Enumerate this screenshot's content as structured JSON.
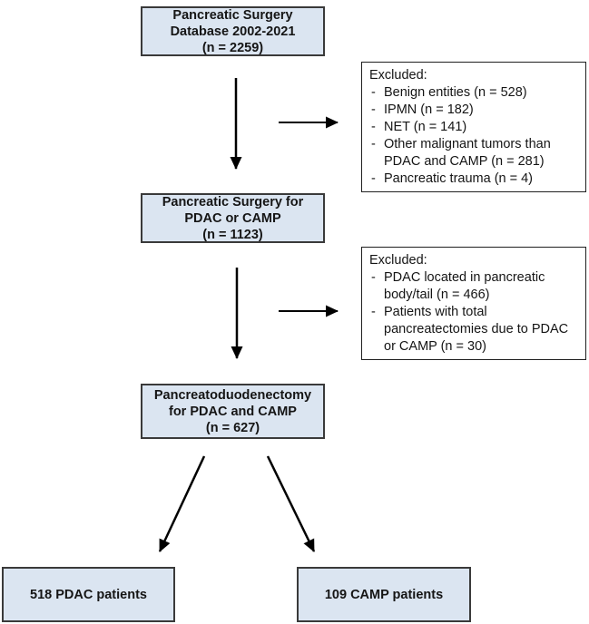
{
  "flow": {
    "bullet": "-",
    "nodes": {
      "database": {
        "lines": [
          "Pancreatic Surgery",
          "Database 2002-2021",
          "(n = 2259)"
        ]
      },
      "surgery_pdac_camp": {
        "lines": [
          "Pancreatic Surgery for",
          "PDAC or CAMP",
          "(n = 1123)"
        ]
      },
      "pancreatoduodenectomy": {
        "lines": [
          "Pancreatoduodenectomy",
          "for PDAC and CAMP",
          "(n = 627)"
        ]
      },
      "pdac_patients": {
        "label": "518 PDAC patients"
      },
      "camp_patients": {
        "label": "109 CAMP patients"
      }
    },
    "excluded_1": {
      "title": "Excluded:",
      "items": [
        "Benign entities (n = 528)",
        "IPMN (n = 182)",
        "NET (n = 141)",
        "Other malignant tumors than PDAC and CAMP (n = 281)",
        "Pancreatic trauma (n = 4)"
      ]
    },
    "excluded_2": {
      "title": "Excluded:",
      "items": [
        "PDAC located in pancreatic body/tail (n = 466)",
        "Patients with total pancreatectomies due to PDAC or CAMP (n = 30)"
      ]
    },
    "colors": {
      "node_fill": "#dbe5f1",
      "node_border": "#3a3a3a",
      "excluded_border": "#1f1f1f",
      "arrow": "#000000"
    }
  }
}
